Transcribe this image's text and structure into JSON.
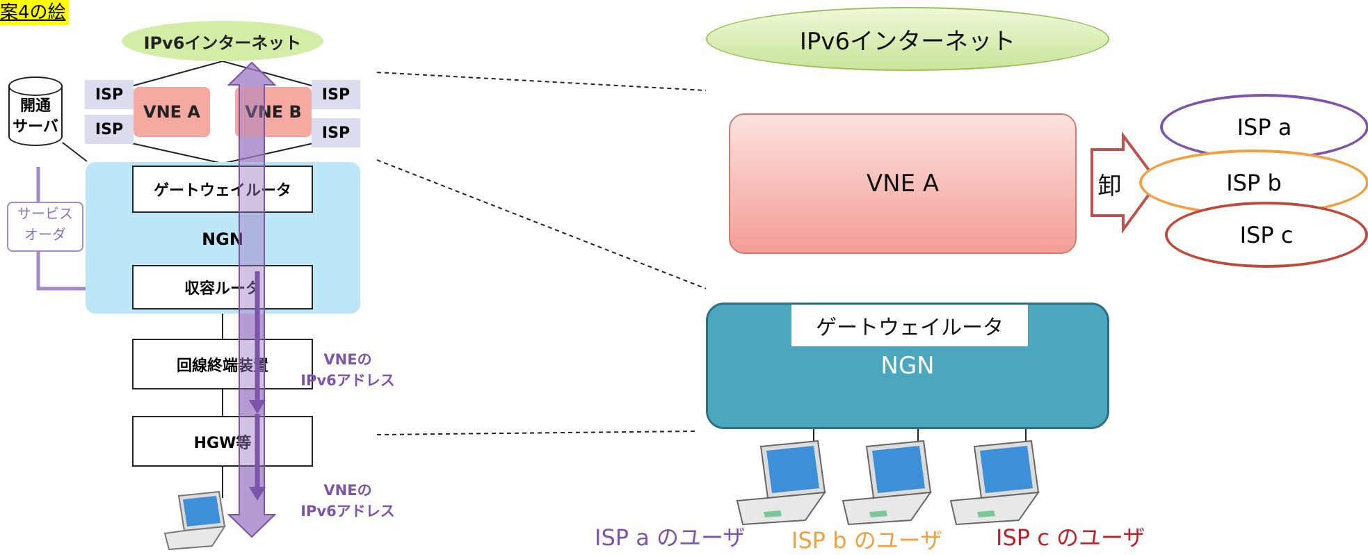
{
  "left": {
    "title": "案4の絵",
    "internet": "IPv6インターネット",
    "isp_left_top": "ISP",
    "isp_left_bottom": "ISP",
    "isp_right_top": "ISP",
    "isp_right_bottom": "ISP",
    "vne_a": "VNE A",
    "vne_b": "VNE B",
    "server_line1": "開通",
    "server_line2": "サーバ",
    "service_order_line1": "サービス",
    "service_order_line2": "オーダ",
    "gateway": "ゲートウェイルータ",
    "ngn": "NGN",
    "access_router": "収容ルータ",
    "onu": "回線終端装置",
    "hgw": "HGW等",
    "vne_addr1_line1": "VNEの",
    "vne_addr1_line2": "IPv6アドレス",
    "vne_addr2_line1": "VNEの",
    "vne_addr2_line2": "IPv6アドレス"
  },
  "right": {
    "internet": "IPv6インターネット",
    "vne_a": "VNE A",
    "wholesale": "卸",
    "isp_a": "ISP a",
    "isp_b": "ISP b",
    "isp_c": "ISP c",
    "gateway": "ゲートウェイルータ",
    "ngn": "NGN",
    "user_a": "ISP a のユーザ",
    "user_b": "ISP b のユーザ",
    "user_c": "ISP c のユーザ"
  },
  "colors": {
    "highlight": "#ffff00",
    "internet_fill": "#d4eda6",
    "vne_fill": "#f5a9a0",
    "isp_fill": "#dcdcf0",
    "ngn_left": "#bde7f7",
    "ngn_right": "#4aa7be",
    "purple": "#7d55a8",
    "orange": "#f0a040",
    "red": "#c04a3a"
  }
}
